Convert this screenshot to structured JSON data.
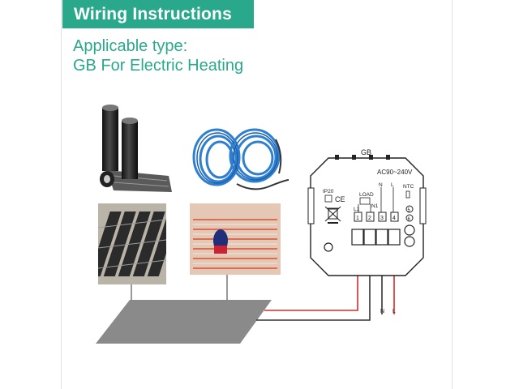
{
  "header": {
    "title": "Wiring Instructions",
    "subtitle_line1": "Applicable type:",
    "subtitle_line2": "GB For Electric Heating"
  },
  "thermostat": {
    "model": "GB",
    "voltage": "AC90~240V",
    "ip_rating": "IP20",
    "ce_mark": "CE",
    "load_label": "LOAD",
    "n1_label": "N1",
    "l1_label": "L1",
    "n_label": "N",
    "l_label": "L",
    "ntc_label": "NTC",
    "terminals": [
      "1",
      "2",
      "3",
      "4"
    ],
    "ntc_terminals": [
      "5",
      "6"
    ]
  },
  "colors": {
    "accent": "#2aa88c",
    "live_wire": "#d62a2a",
    "neutral_wire": "#333333",
    "heating_mat": "#8a8a8a",
    "cable_blue": "#2f7fd0"
  },
  "icons": [
    "heating-film-roll-icon",
    "heating-cable-coil-icon",
    "weee-bin-icon",
    "ce-mark-icon"
  ]
}
